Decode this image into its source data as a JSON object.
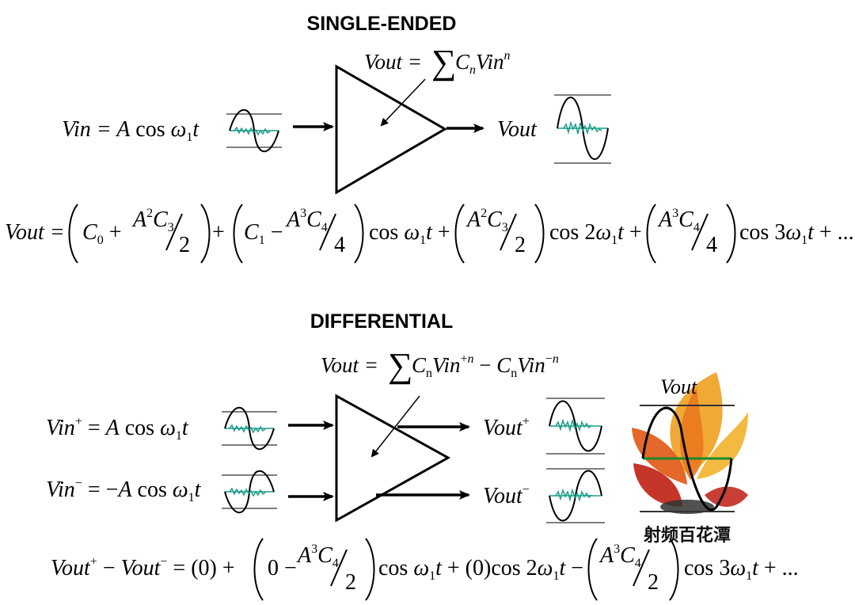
{
  "single_ended": {
    "heading": "SINGLE-ENDED",
    "formula_sum": "Vout = ∑CₙVinⁿ",
    "input_label": "Vin = A cos ω₁t",
    "output_label": "Vout",
    "expansion": "Vout = (C₀ + A²C₃/2) + (C₁ − A³C₄/4) cos ω₁t + (A²C₃/2) cos 2ω₁t + (A³C₄/4) cos 3ω₁t + ..."
  },
  "differential": {
    "heading": "DIFFERENTIAL",
    "formula_sum": "Vout = ∑CₙVin⁺ⁿ − CₙVin⁻ⁿ",
    "input_plus_label": "Vin⁺ = A cos ω₁t",
    "input_minus_label": "Vin⁻ = −A cos ω₁t",
    "output_plus_label": "Vout⁺",
    "output_minus_label": "Vout⁻",
    "output_diff_label": "Vout",
    "expansion": "Vout⁺ − Vout⁻ = (0) + (0 − A³C₄/2) cos ω₁t + (0) cos 2ω₁t − (A³C₄/2) cos 3ω₁t + ..."
  },
  "watermark": {
    "text": "射频百花潭",
    "colors": [
      "#e2601f",
      "#f0a020",
      "#c22a1f",
      "#333333"
    ]
  },
  "colors": {
    "line": "#000000",
    "noise": "#1a9e8a",
    "grid": "#555555",
    "baseline_green": "#1a8a2a"
  }
}
